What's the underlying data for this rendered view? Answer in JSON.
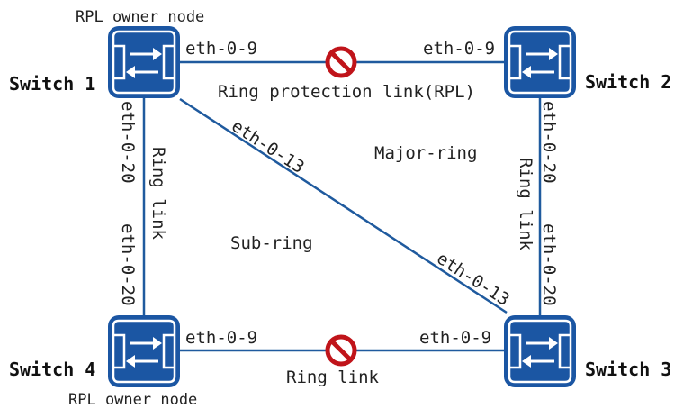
{
  "colors": {
    "link": "#1f5a9e",
    "switch_fill": "#1b56a3",
    "switch_inner": "#2a6fc4",
    "block": "#c0141a"
  },
  "switches": {
    "s1": {
      "name": "Switch 1",
      "role": "RPL owner node"
    },
    "s2": {
      "name": "Switch 2"
    },
    "s3": {
      "name": "Switch 3"
    },
    "s4": {
      "name": "Switch 4",
      "role": "RPL owner node"
    }
  },
  "links": {
    "top": {
      "left_port": "eth-0-9",
      "right_port": "eth-0-9",
      "caption": "Ring protection link(RPL)",
      "blocked": true
    },
    "bottom": {
      "left_port": "eth-0-9",
      "right_port": "eth-0-9",
      "caption": "Ring link",
      "blocked": true
    },
    "left": {
      "top_port": "eth-0-20",
      "bottom_port": "eth-0-20",
      "caption": "Ring link"
    },
    "right": {
      "top_port": "eth-0-20",
      "bottom_port": "eth-0-20",
      "caption": "Ring link"
    },
    "diagonal": {
      "top_port": "eth-0-13",
      "bottom_port": "eth-0-13"
    }
  },
  "rings": {
    "major": "Major-ring",
    "sub": "Sub-ring"
  },
  "icons": {
    "switch": "network-switch-icon",
    "block": "blocked-port-icon"
  }
}
